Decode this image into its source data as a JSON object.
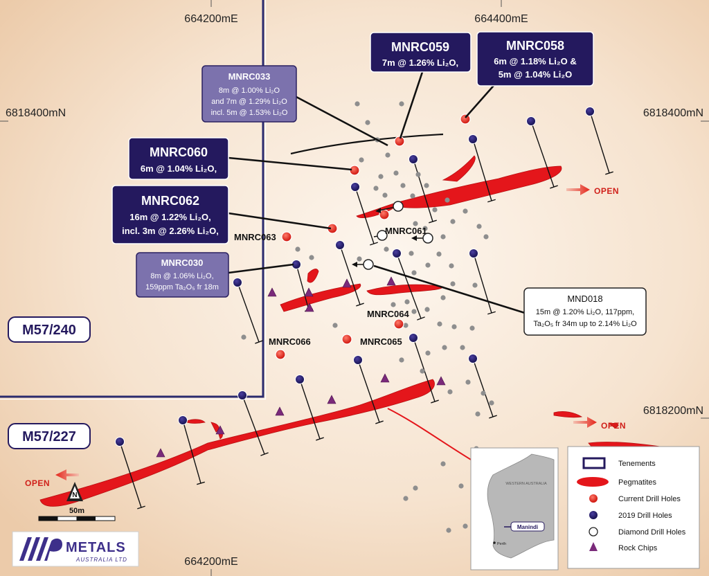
{
  "grid": {
    "e_label_left": "664200mE",
    "e_label_right": "664400mE",
    "n_label_top_left": "6818400mN",
    "n_label_top_right": "6818400mN",
    "n_label_bottom_right": "6818200mN",
    "e_label_bottom": "664200mE"
  },
  "tenements": {
    "north": "M57/240",
    "south": "M57/227"
  },
  "open_label": "OPEN",
  "callouts": {
    "mnrc059": {
      "title": "MNRC059",
      "line1": "7m @ 1.26% Li₂O,"
    },
    "mnrc058": {
      "title": "MNRC058",
      "line1": "6m @ 1.18% Li₂O &",
      "line2": "5m @ 1.04% Li₂O"
    },
    "mnrc033": {
      "title": "MNRC033",
      "line1": "8m @ 1.00% Li₂O",
      "line2": "and 7m @ 1.29% Li₂O",
      "line3": "incl. 5m @ 1.53% Li₂O"
    },
    "mnrc060": {
      "title": "MNRC060",
      "line1": "6m @ 1.04% Li₂O,"
    },
    "mnrc062": {
      "title": "MNRC062",
      "line1": "16m @ 1.22% Li₂O,",
      "line2": "incl. 3m @ 2.26% Li₂O,"
    },
    "mnrc030": {
      "title": "MNRC030",
      "line1": "8m @ 1.06% Li₂O,",
      "line2": "159ppm Ta₂O₅ fr 18m"
    },
    "mnd018": {
      "title": "MND018",
      "line1": "15m @ 1.20% Li₂O, 117ppm,",
      "line2": "Ta₂O₅ fr 34m up to 2.14% Li₂O"
    }
  },
  "hole_labels": {
    "mnrc061": "MNRC061",
    "mnrc063": "MNRC063",
    "mnrc064": "MNRC064",
    "mnrc065": "MNRC065",
    "mnrc066": "MNRC066"
  },
  "scale": {
    "label": "50m"
  },
  "north_arrow": {
    "label": "N"
  },
  "logo": {
    "name": "METALS",
    "sub": "AUSTRALIA LTD"
  },
  "inset": {
    "state": "WESTERN AUSTRALIA",
    "site": "Manindi",
    "city": "Perth"
  },
  "legend": {
    "items": [
      {
        "label": "Tenements",
        "symbol": "tenement"
      },
      {
        "label": "Pegmatites",
        "symbol": "pegmatite"
      },
      {
        "label": "Current Drill Holes",
        "symbol": "red-dot"
      },
      {
        "label": "2019 Drill Holes",
        "symbol": "blue-dot"
      },
      {
        "label": "Diamond Drill Holes",
        "symbol": "white-dot"
      },
      {
        "label": "Rock Chips",
        "symbol": "triangle"
      }
    ]
  },
  "colors": {
    "navy": "#24195e",
    "lavender": "#7c72ad",
    "pegmatite": "#e4161b",
    "background": "#f3dcc4",
    "rock_chip": "#7a2a7a"
  }
}
